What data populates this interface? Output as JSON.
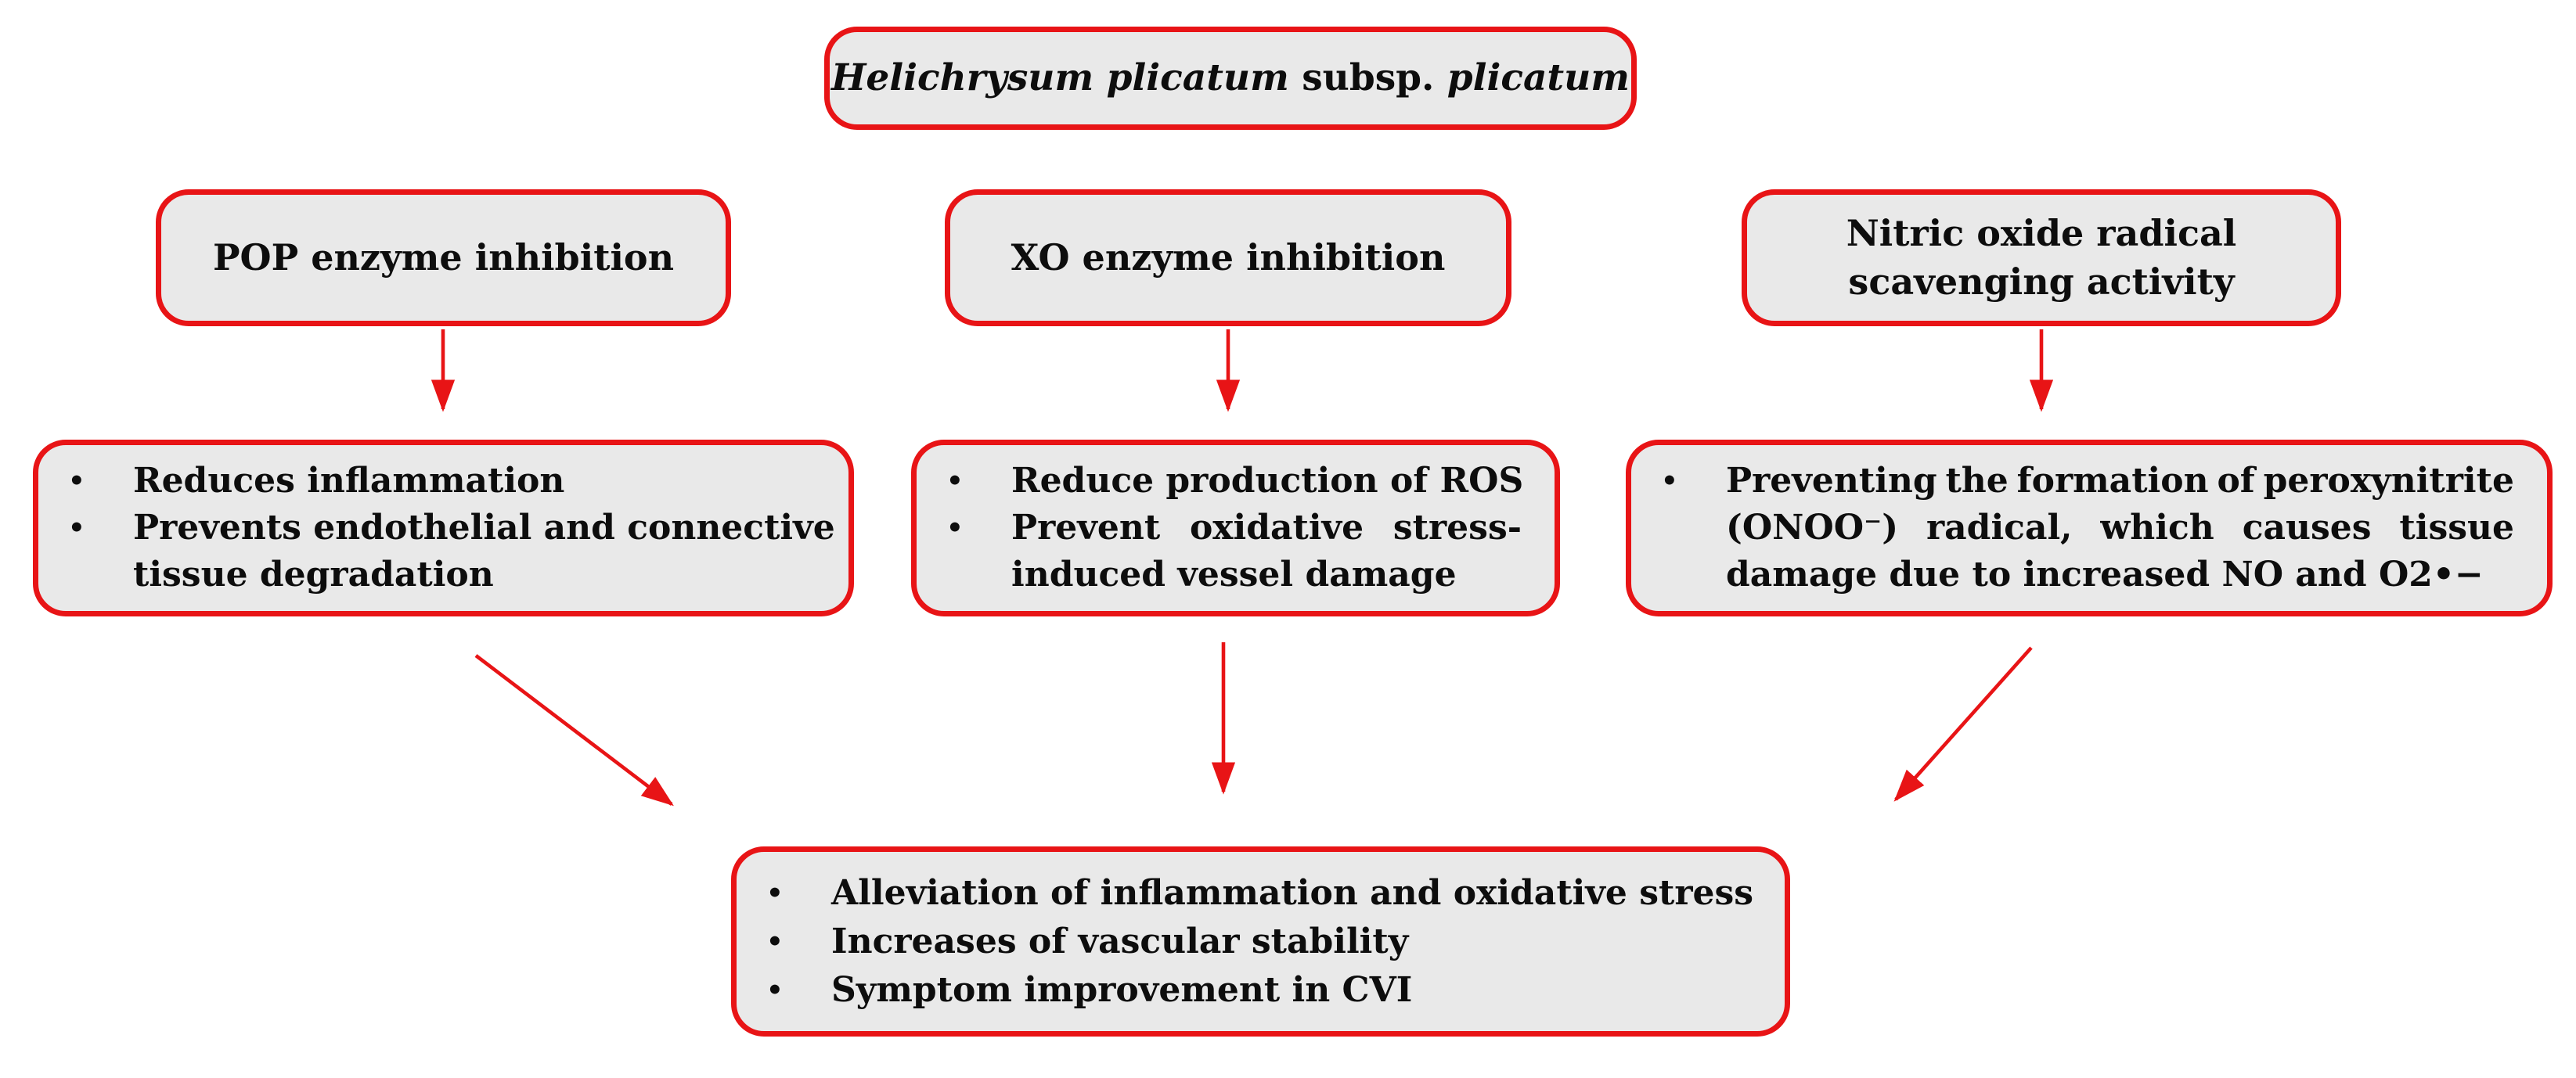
{
  "colors": {
    "box_border": "#e81416",
    "box_fill": "#e9e9e9",
    "arrow": "#e81416",
    "text": "#0d0d0d",
    "background": "#ffffff"
  },
  "title_box": {
    "parts": [
      {
        "text": "Helichrysum plicatum",
        "italic": true
      },
      {
        "text": " subsp. ",
        "italic": false
      },
      {
        "text": "plicatum",
        "italic": true
      }
    ]
  },
  "mechanism_boxes": [
    {
      "id": "pop",
      "lines": [
        "POP enzyme inhibition"
      ]
    },
    {
      "id": "xo",
      "lines": [
        "XO enzyme inhibition"
      ]
    },
    {
      "id": "no",
      "lines": [
        "Nitric oxide radical",
        "scavenging activity"
      ]
    }
  ],
  "effect_boxes": [
    {
      "id": "pop-effects",
      "bullets": [
        {
          "lines": [
            {
              "text": "Reduces inflammation",
              "stretch": false
            }
          ]
        },
        {
          "lines": [
            {
              "text": "Prevents endothelial and connective",
              "stretch": false
            },
            {
              "text": "tissue degradation",
              "stretch": false
            }
          ]
        }
      ]
    },
    {
      "id": "xo-effects",
      "bullets": [
        {
          "lines": [
            {
              "text": "Reduce production of ROS",
              "stretch": false
            }
          ]
        },
        {
          "lines": [
            {
              "text": "Prevent oxidative stress-",
              "stretch": true
            },
            {
              "text": "induced vessel damage",
              "stretch": false
            }
          ]
        }
      ]
    },
    {
      "id": "no-effects",
      "bullets": [
        {
          "lines": [
            {
              "text": "Preventing the formation of peroxynitrite",
              "stretch": true
            },
            {
              "text": "(ONOO⁻) radical, which causes tissue",
              "stretch": true
            },
            {
              "text": "damage due to increased NO and O2•−",
              "stretch": false
            }
          ]
        }
      ]
    }
  ],
  "outcome_box": {
    "id": "outcome",
    "bullets": [
      {
        "lines": [
          {
            "text": "Alleviation of inflammation and oxidative stress",
            "stretch": false
          }
        ]
      },
      {
        "lines": [
          {
            "text": "Increases of vascular stability",
            "stretch": false
          }
        ]
      },
      {
        "lines": [
          {
            "text": "Symptom improvement in CVI",
            "stretch": false
          }
        ]
      }
    ]
  },
  "bullet_glyph": "•",
  "edges": [
    {
      "from": "pop",
      "to": "pop-effects"
    },
    {
      "from": "xo",
      "to": "xo-effects"
    },
    {
      "from": "no",
      "to": "no-effects"
    },
    {
      "from": "pop-effects",
      "to": "outcome"
    },
    {
      "from": "xo-effects",
      "to": "outcome"
    },
    {
      "from": "no-effects",
      "to": "outcome"
    }
  ]
}
